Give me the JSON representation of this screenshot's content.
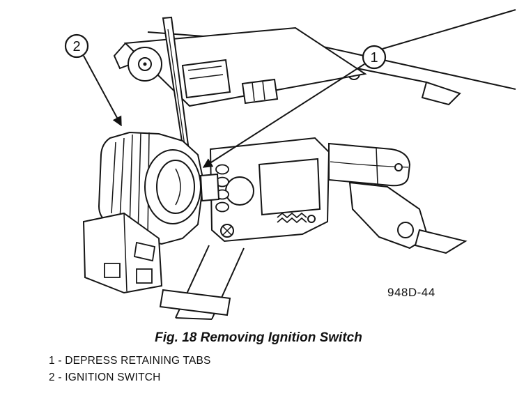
{
  "figure": {
    "code": "948D-44",
    "caption": "Fig. 18 Removing Ignition Switch",
    "callouts": [
      {
        "number": "1",
        "label": "DEPRESS RETAINING TABS"
      },
      {
        "number": "2",
        "label": "IGNITION SWITCH"
      }
    ],
    "legend": [
      "1 - DEPRESS RETAINING TABS",
      "2 - IGNITION SWITCH"
    ]
  }
}
